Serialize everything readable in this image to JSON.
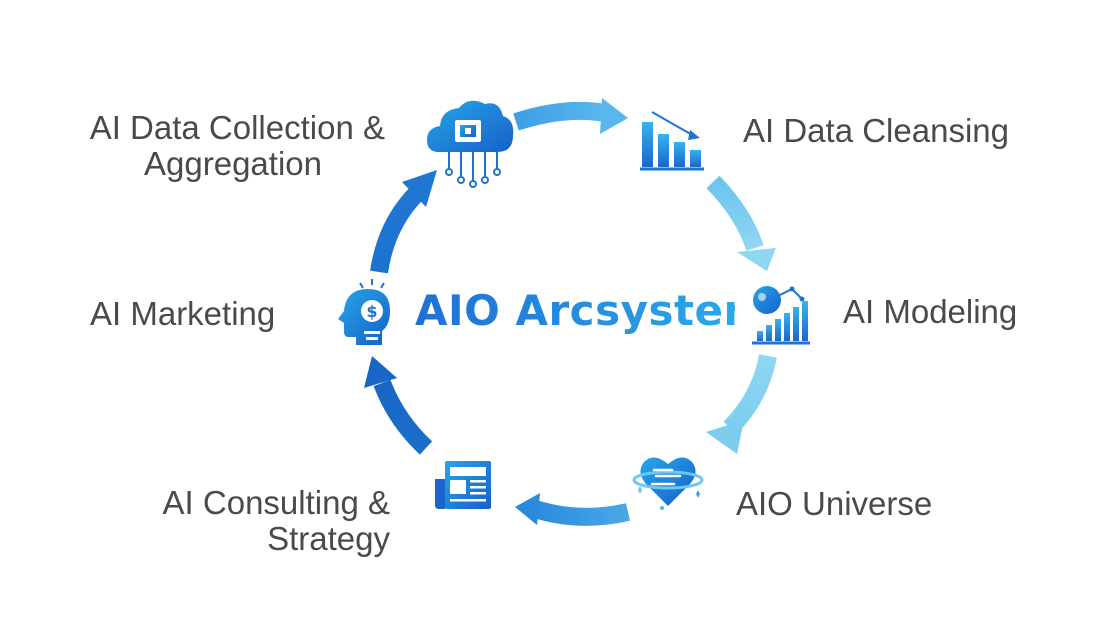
{
  "center": {
    "title": "AIO Arcsystem"
  },
  "nodes": {
    "collection": {
      "line1": "AI Data Collection &",
      "line2": "Aggregation",
      "icon": "cloud-chip-icon"
    },
    "cleansing": {
      "label": "AI Data Cleansing",
      "icon": "bar-chart-down-icon"
    },
    "modeling": {
      "label": "AI Modeling",
      "icon": "globe-chart-icon"
    },
    "universe": {
      "label": "AIO Universe",
      "icon": "heart-planet-icon"
    },
    "consulting": {
      "line1": "AI Consulting &",
      "line2": "Strategy",
      "icon": "newspaper-icon"
    },
    "marketing": {
      "label": "AI Marketing",
      "icon": "head-dollar-icon"
    }
  },
  "colors": {
    "dark_blue": "#1565c0",
    "mid_blue": "#2f8fe0",
    "light_blue": "#7fd0ee",
    "text": "#4a4a4a"
  }
}
